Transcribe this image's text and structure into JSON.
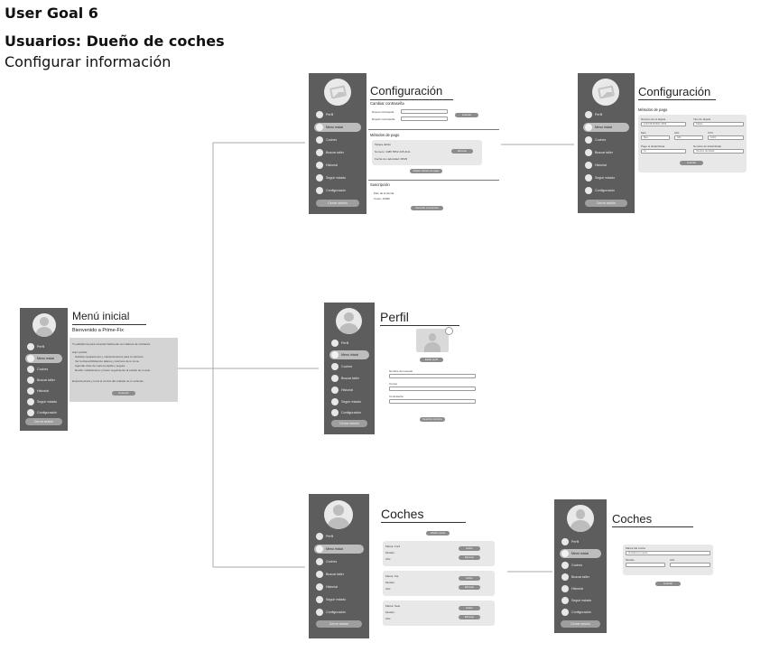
{
  "header": {
    "goal": "User Goal 6",
    "users": "Usuarios: Dueño de coches",
    "task": "Configurar información"
  },
  "common": {
    "menu": [
      "Perfil",
      "Menu inicial",
      "Coches",
      "Buscar taller",
      "Historial",
      "Seguir estado",
      "Configuración"
    ],
    "close": "Cerrar sesión"
  },
  "menu_inicial": {
    "title": "Menú inicial",
    "welcome": "Bienvenido a Prime-Fix",
    "paragraph": "Tu plataforma para conectar fácilmente con talleres de confianza.",
    "subheading": "Aquí podrás:",
    "bullets": [
      "Solicitar reparaciones y mantenimientos para tu vehículo.",
      "Ver la disponibilidad de talleres y técnicos de tu zona.",
      "Agendar citas de manera rápida y segura.",
      "Recibir notificaciones y hacer seguimiento al estado de tu auto."
    ],
    "footer": "Empieza ahora y toma el control del cuidado de tu vehículo.",
    "button": "Empezar"
  },
  "config1": {
    "title": "Configuración",
    "password_title": "Cambiar contraseña",
    "password_fields": [
      "Nueva contraseña",
      "Repetir contraseña"
    ],
    "password_button": "Guardar",
    "payment_title": "Métodos de pago",
    "card_lines": [
      "Tarjeta débito",
      "Numero: 4485 5552 238 2111",
      "Fecha de caducidad: 08/29"
    ],
    "card_button": "Eliminar",
    "add_payment_button": "Añadir método de pago",
    "subscription_title": "Suscripción",
    "subscription_lines": [
      "Plan de la tienda",
      "Coste: 1000€"
    ],
    "subscription_button": "Cancelar suscripción"
  },
  "config2": {
    "title": "Configuración",
    "section_title": "Métodos de pago",
    "field_labels": [
      "Número de la tarjeta",
      "Tipo de tarjeta",
      "Mes",
      "Año",
      "CVV",
      "Pago el titular/titular",
      "Nombre de titular/titular"
    ],
    "field_values": [
      "1234 5678 9012 3456",
      "Débito",
      "Mes",
      "Año",
      "1234",
      "Sí",
      "Nombre del titular"
    ],
    "button": "Guardar"
  },
  "perfil": {
    "title": "Perfil",
    "photo_button": "Editar perfil",
    "field_labels": [
      "Nombre del usuario",
      "Correo",
      "Contraseña"
    ],
    "save_button": "Guardar cambios"
  },
  "coches": {
    "title": "Coches",
    "add_button": "Añadir coche",
    "cars": [
      {
        "lines": [
          "Marca: Ford",
          "Modelo:",
          "Año:"
        ],
        "buttons": [
          "Editar",
          "Eliminar"
        ]
      },
      {
        "lines": [
          "Marca: Kia",
          "Modelo:",
          "Año:"
        ],
        "buttons": [
          "Editar",
          "Eliminar"
        ]
      },
      {
        "lines": [
          "Marca: Seat",
          "Modelo:",
          "Año:"
        ],
        "buttons": [
          "Editar",
          "Eliminar"
        ]
      }
    ]
  },
  "coches2": {
    "title": "Coches",
    "field_labels": [
      "Marca del coche",
      "Modelo",
      "Año"
    ],
    "field_values": [
      "Introduce la marca",
      "",
      ""
    ],
    "button": "Guardar",
    "menu": [
      "Perfil",
      "Menú inicial",
      "Coches",
      "Buscar taller",
      "Historial",
      "Seguir estado",
      "Configuración"
    ]
  },
  "colors": {
    "sidebar": "#5d5d5d",
    "active": "#bdbdbd",
    "button": "#8c8c8c",
    "content": "#d4d4d4",
    "card": "#e8e8e8"
  }
}
